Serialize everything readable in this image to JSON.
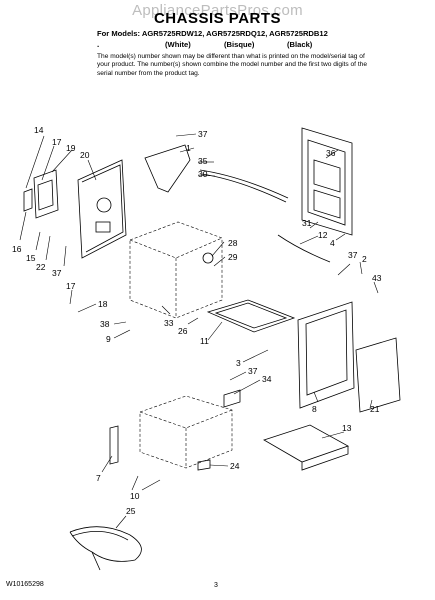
{
  "watermark": "AppliancePartsPros.com",
  "title": "CHASSIS PARTS",
  "models_line": "For Models: AGR5725RDW12, AGR5725RDQ12, AGR5725RDB12",
  "colors": [
    "(White)",
    "(Bisque)",
    "(Black)"
  ],
  "note": "The model(s) number shown may be different than what is printed on the model/serial tag of your product. The number(s) shown combine the model number and the first two digits of the serial number from the product tag.",
  "footer": {
    "doc_number": "W10165298",
    "page": "3"
  },
  "callouts": [
    "14",
    "17",
    "19",
    "20",
    "16",
    "15",
    "22",
    "37",
    "37",
    "1",
    "35",
    "30",
    "36",
    "31",
    "12",
    "4",
    "28",
    "29",
    "37",
    "2",
    "43",
    "17",
    "18",
    "38",
    "9",
    "33",
    "26",
    "11",
    "3",
    "37",
    "34",
    "8",
    "21",
    "13",
    "7",
    "10",
    "24",
    "25"
  ]
}
